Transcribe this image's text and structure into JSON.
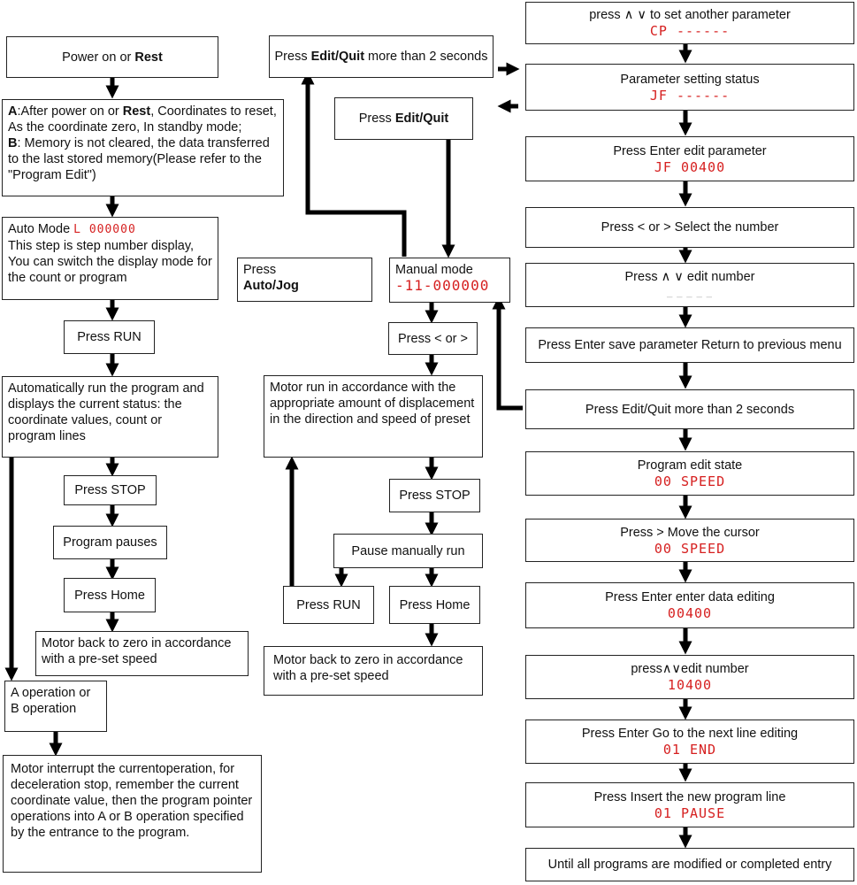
{
  "left": {
    "power": {
      "pre": "Power on or ",
      "bold": "Rest"
    },
    "info": {
      "a_bold": "A",
      "a_text1": ":After power on or ",
      "a_bold2": "Rest",
      "a_text2": ", Coordinates to reset, As the coordinate zero, In standby mode;",
      "b_bold": "B",
      "b_text": ": Memory is not cleared, the data transferred to the last stored memory(Please refer to the \"Program Edit\")"
    },
    "auto": {
      "label": "Auto Mode ",
      "led": "L 000000",
      "text": "This step is step number display, You can switch the display mode for the count or program"
    },
    "press_run": "Press RUN",
    "auto_run": "Automatically run the program and displays the current status: the coordinate values, count or program lines",
    "press_stop": "Press STOP",
    "program_pauses": "Program pauses",
    "press_home": "Press Home",
    "motor_back": "Motor back to zero in accordance with a pre-set speed",
    "ab_operation": "A operation or B operation",
    "motor_interrupt": "Motor interrupt the currentoperation, for deceleration stop, remember the current coordinate value, then the program pointer operations into A or B operation specified by the entrance to the program."
  },
  "middle": {
    "edit_quit_2s": {
      "pre": "Press ",
      "bold": "Edit/Quit",
      "post": " more than 2 seconds"
    },
    "edit_quit": {
      "pre": "Press ",
      "bold": "Edit/Quit"
    },
    "auto_jog": {
      "pre": "Press",
      "bold": "Auto/Jog"
    },
    "manual": {
      "label": "Manual mode",
      "led": "-11-000000"
    },
    "press_lr": "Press < or >",
    "motor_run": "Motor run in accordance with the appropriate amount of displacement in the direction and speed of preset",
    "press_stop": "Press STOP",
    "pause_manual": "Pause manually run",
    "press_run": "Press RUN",
    "press_home": "Press Home",
    "motor_back": "Motor back to zero in accordance with a pre-set speed"
  },
  "right": {
    "set_another": {
      "text": "press ∧ ∨ to set another parameter",
      "led": "CP ------"
    },
    "param_status": {
      "text": "Parameter setting status",
      "led": "JF ------"
    },
    "enter_edit": {
      "text": "Press Enter edit parameter",
      "led": "JF 00400"
    },
    "select_number": "Press < or > Select the number",
    "edit_number": {
      "text": "Press ∧ ∨ edit number",
      "led": "_ _ _ _ _"
    },
    "save_param": "Press Enter save parameter Return to previous menu",
    "edit_quit_2s": "Press Edit/Quit more than 2 seconds",
    "program_edit_state": {
      "text": "Program edit state",
      "led": "00 SPEED"
    },
    "move_cursor": {
      "text": "Press > Move the cursor",
      "led": "00 SPEED"
    },
    "enter_data": {
      "text": "Press Enter enter data editing",
      "led": "00400"
    },
    "press_edit_number": {
      "text": "press∧∨edit number",
      "led": "10400"
    },
    "next_line": {
      "text": "Press Enter Go to the next line editing",
      "led": "01 END"
    },
    "insert_line": {
      "text": "Press Insert the new program line",
      "led": "01 PAUSE"
    },
    "until_all": "Until all programs are modified or completed entry"
  },
  "colors": {
    "led": "#d62020",
    "line": "#000000",
    "border": "#222222"
  }
}
